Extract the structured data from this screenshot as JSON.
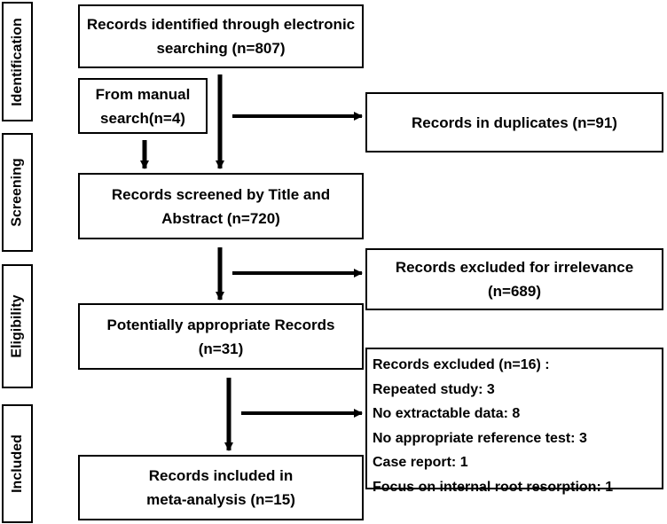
{
  "stages": {
    "identification": "Identification",
    "screening": "Screening",
    "eligibility": "Eligibility",
    "included": "Included"
  },
  "boxes": {
    "electronic": "Records  identified through electronic\nsearching  (n=807)",
    "manual": "From manual\nsearch(n=4)",
    "duplicates": "Records in duplicates (n=91)",
    "screened": "Records screened by Title and\nAbstract (n=720)",
    "irrelevance": "Records excluded for irrelevance\n(n=689)",
    "appropriate": "Potentially appropriate Records\n(n=31)",
    "included": "Records included in\nmeta-analysis (n=15)"
  },
  "exclusions": {
    "header": "Records excluded (n=16)  :",
    "items": [
      "Repeated study: 3",
      "No extractable data: 8",
      "No appropriate reference test: 3",
      "Case report: 1",
      "Focus on internal root resorption: 1"
    ]
  }
}
